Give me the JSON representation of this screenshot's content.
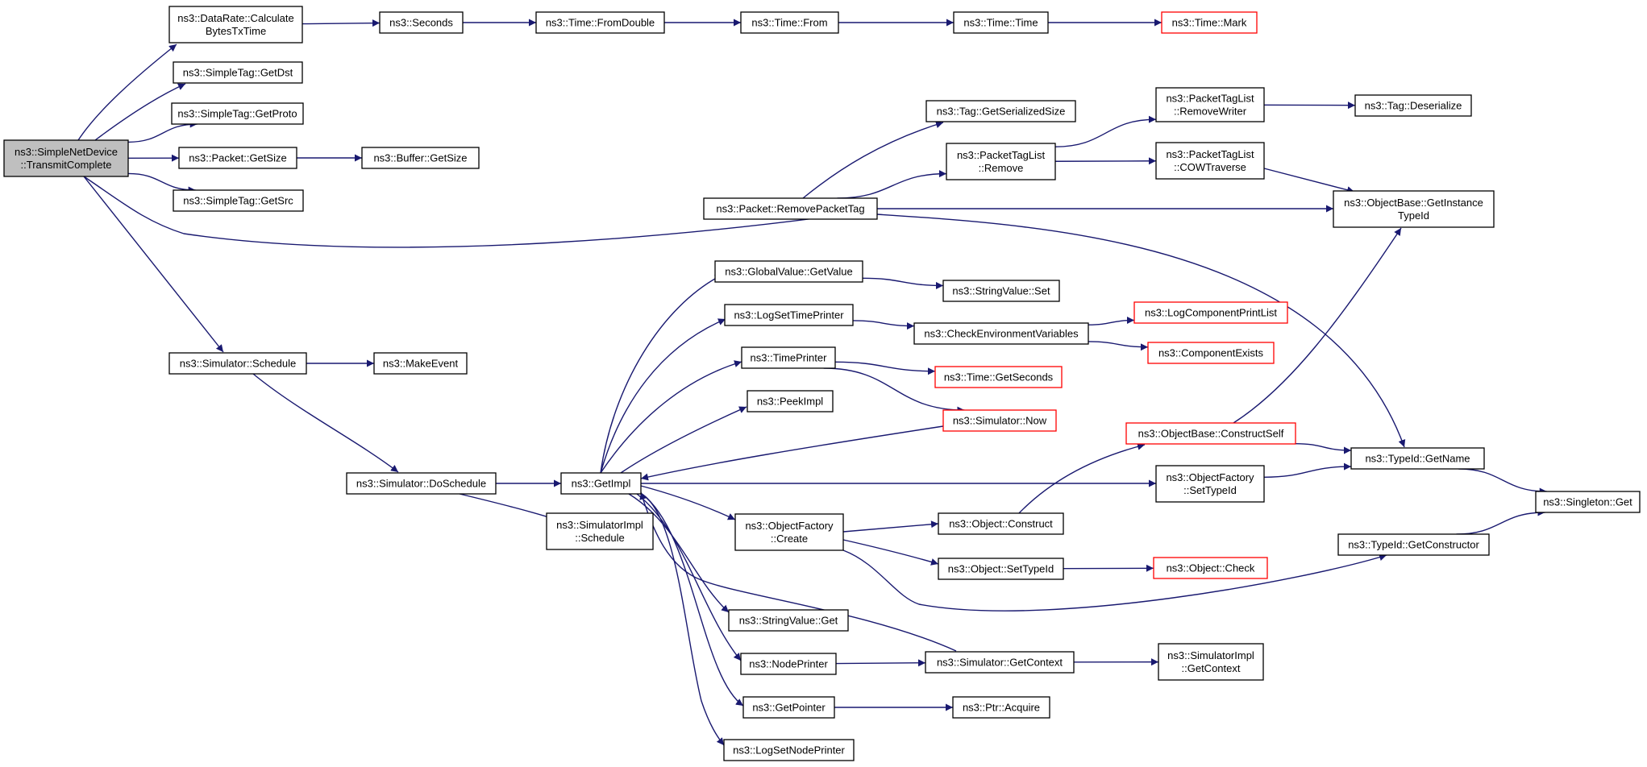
{
  "colors": {
    "edge": "#191970",
    "node_border": "#000000",
    "external_border": "#ff0000",
    "root_fill": "#bfbfbf",
    "node_fill": "#ffffff"
  },
  "nodes": [
    {
      "id": "root",
      "lines": [
        "ns3::SimpleNetDevice",
        "::TransmitComplete"
      ],
      "kind": "root"
    },
    {
      "id": "calc",
      "lines": [
        "ns3::DataRate::Calculate",
        "BytesTxTime"
      ],
      "kind": "normal"
    },
    {
      "id": "seconds",
      "lines": [
        "ns3::Seconds"
      ],
      "kind": "normal"
    },
    {
      "id": "fromdouble",
      "lines": [
        "ns3::Time::FromDouble"
      ],
      "kind": "normal"
    },
    {
      "id": "timefrom",
      "lines": [
        "ns3::Time::From"
      ],
      "kind": "normal"
    },
    {
      "id": "timetime",
      "lines": [
        "ns3::Time::Time"
      ],
      "kind": "normal"
    },
    {
      "id": "timemark",
      "lines": [
        "ns3::Time::Mark"
      ],
      "kind": "external"
    },
    {
      "id": "getdst",
      "lines": [
        "ns3::SimpleTag::GetDst"
      ],
      "kind": "normal"
    },
    {
      "id": "getproto",
      "lines": [
        "ns3::SimpleTag::GetProto"
      ],
      "kind": "normal"
    },
    {
      "id": "pktgetsize",
      "lines": [
        "ns3::Packet::GetSize"
      ],
      "kind": "normal"
    },
    {
      "id": "bufgetsize",
      "lines": [
        "ns3::Buffer::GetSize"
      ],
      "kind": "normal"
    },
    {
      "id": "getsrc",
      "lines": [
        "ns3::SimpleTag::GetSrc"
      ],
      "kind": "normal"
    },
    {
      "id": "tagserial",
      "lines": [
        "ns3::Tag::GetSerializedSize"
      ],
      "kind": "normal"
    },
    {
      "id": "ptlremovewriter",
      "lines": [
        "ns3::PacketTagList",
        "::RemoveWriter"
      ],
      "kind": "normal"
    },
    {
      "id": "tagdeser",
      "lines": [
        "ns3::Tag::Deserialize"
      ],
      "kind": "normal"
    },
    {
      "id": "ptlremove",
      "lines": [
        "ns3::PacketTagList",
        "::Remove"
      ],
      "kind": "normal"
    },
    {
      "id": "ptlcow",
      "lines": [
        "ns3::PacketTagList",
        "::COWTraverse"
      ],
      "kind": "normal"
    },
    {
      "id": "removepackettag",
      "lines": [
        "ns3::Packet::RemovePacketTag"
      ],
      "kind": "normal"
    },
    {
      "id": "getinstancetypeid",
      "lines": [
        "ns3::ObjectBase::GetInstance",
        "TypeId"
      ],
      "kind": "normal"
    },
    {
      "id": "gvgetvalue",
      "lines": [
        "ns3::GlobalValue::GetValue"
      ],
      "kind": "normal"
    },
    {
      "id": "stringset",
      "lines": [
        "ns3::StringValue::Set"
      ],
      "kind": "normal"
    },
    {
      "id": "logsettimeprinter",
      "lines": [
        "ns3::LogSetTimePrinter"
      ],
      "kind": "normal"
    },
    {
      "id": "checkenv",
      "lines": [
        "ns3::CheckEnvironmentVariables"
      ],
      "kind": "normal"
    },
    {
      "id": "logcompprintlist",
      "lines": [
        "ns3::LogComponentPrintList"
      ],
      "kind": "external"
    },
    {
      "id": "compexists",
      "lines": [
        "ns3::ComponentExists"
      ],
      "kind": "external"
    },
    {
      "id": "schedule",
      "lines": [
        "ns3::Simulator::Schedule"
      ],
      "kind": "normal"
    },
    {
      "id": "makeevent",
      "lines": [
        "ns3::MakeEvent"
      ],
      "kind": "normal"
    },
    {
      "id": "timeprinter",
      "lines": [
        "ns3::TimePrinter"
      ],
      "kind": "normal"
    },
    {
      "id": "timegetseconds",
      "lines": [
        "ns3::Time::GetSeconds"
      ],
      "kind": "external"
    },
    {
      "id": "peekimpl",
      "lines": [
        "ns3::PeekImpl"
      ],
      "kind": "normal"
    },
    {
      "id": "simnow",
      "lines": [
        "ns3::Simulator::Now"
      ],
      "kind": "external"
    },
    {
      "id": "constructself",
      "lines": [
        "ns3::ObjectBase::ConstructSelf"
      ],
      "kind": "external"
    },
    {
      "id": "typeidgetname",
      "lines": [
        "ns3::TypeId::GetName"
      ],
      "kind": "normal"
    },
    {
      "id": "doschedule",
      "lines": [
        "ns3::Simulator::DoSchedule"
      ],
      "kind": "normal"
    },
    {
      "id": "getimpl",
      "lines": [
        "ns3::GetImpl"
      ],
      "kind": "normal"
    },
    {
      "id": "ofsettypeid",
      "lines": [
        "ns3::ObjectFactory",
        "::SetTypeId"
      ],
      "kind": "normal"
    },
    {
      "id": "singletonget",
      "lines": [
        "ns3::Singleton::Get"
      ],
      "kind": "normal"
    },
    {
      "id": "simimplschedule",
      "lines": [
        "ns3::SimulatorImpl",
        "::Schedule"
      ],
      "kind": "normal"
    },
    {
      "id": "ofcreate",
      "lines": [
        "ns3::ObjectFactory",
        "::Create"
      ],
      "kind": "normal"
    },
    {
      "id": "objconstruct",
      "lines": [
        "ns3::Object::Construct"
      ],
      "kind": "normal"
    },
    {
      "id": "typeidgetctor",
      "lines": [
        "ns3::TypeId::GetConstructor"
      ],
      "kind": "normal"
    },
    {
      "id": "objsettypeid",
      "lines": [
        "ns3::Object::SetTypeId"
      ],
      "kind": "normal"
    },
    {
      "id": "objcheck",
      "lines": [
        "ns3::Object::Check"
      ],
      "kind": "external"
    },
    {
      "id": "stringget",
      "lines": [
        "ns3::StringValue::Get"
      ],
      "kind": "normal"
    },
    {
      "id": "nodeprinter",
      "lines": [
        "ns3::NodePrinter"
      ],
      "kind": "normal"
    },
    {
      "id": "simgetcontext",
      "lines": [
        "ns3::Simulator::GetContext"
      ],
      "kind": "normal"
    },
    {
      "id": "simimplgetcontext",
      "lines": [
        "ns3::SimulatorImpl",
        "::GetContext"
      ],
      "kind": "normal"
    },
    {
      "id": "getpointer",
      "lines": [
        "ns3::GetPointer"
      ],
      "kind": "normal"
    },
    {
      "id": "ptracquire",
      "lines": [
        "ns3::Ptr::Acquire"
      ],
      "kind": "normal"
    },
    {
      "id": "logsetnodeprinter",
      "lines": [
        "ns3::LogSetNodePrinter"
      ],
      "kind": "normal"
    }
  ],
  "edges": [
    [
      "root",
      "calc"
    ],
    [
      "root",
      "getdst"
    ],
    [
      "root",
      "getproto"
    ],
    [
      "root",
      "pktgetsize"
    ],
    [
      "root",
      "getsrc"
    ],
    [
      "root",
      "removepackettag"
    ],
    [
      "root",
      "schedule"
    ],
    [
      "calc",
      "seconds"
    ],
    [
      "seconds",
      "fromdouble"
    ],
    [
      "fromdouble",
      "timefrom"
    ],
    [
      "timefrom",
      "timetime"
    ],
    [
      "timetime",
      "timemark"
    ],
    [
      "pktgetsize",
      "bufgetsize"
    ],
    [
      "removepackettag",
      "tagserial"
    ],
    [
      "removepackettag",
      "ptlremove"
    ],
    [
      "removepackettag",
      "getinstancetypeid"
    ],
    [
      "removepackettag",
      "typeidgetname"
    ],
    [
      "ptlremove",
      "ptlremovewriter"
    ],
    [
      "ptlremove",
      "ptlcow"
    ],
    [
      "ptlremovewriter",
      "tagdeser"
    ],
    [
      "ptlcow",
      "getinstancetypeid"
    ],
    [
      "schedule",
      "makeevent"
    ],
    [
      "schedule",
      "doschedule"
    ],
    [
      "doschedule",
      "getimpl"
    ],
    [
      "doschedule",
      "simimplschedule"
    ],
    [
      "getimpl",
      "gvgetvalue"
    ],
    [
      "getimpl",
      "logsettimeprinter"
    ],
    [
      "getimpl",
      "timeprinter"
    ],
    [
      "getimpl",
      "peekimpl"
    ],
    [
      "getimpl",
      "ofsettypeid"
    ],
    [
      "getimpl",
      "ofcreate"
    ],
    [
      "getimpl",
      "stringget"
    ],
    [
      "getimpl",
      "nodeprinter"
    ],
    [
      "getimpl",
      "getpointer"
    ],
    [
      "getimpl",
      "logsetnodeprinter"
    ],
    [
      "gvgetvalue",
      "stringset"
    ],
    [
      "logsettimeprinter",
      "checkenv"
    ],
    [
      "checkenv",
      "logcompprintlist"
    ],
    [
      "checkenv",
      "compexists"
    ],
    [
      "timeprinter",
      "timegetseconds"
    ],
    [
      "timeprinter",
      "simnow"
    ],
    [
      "simnow",
      "getimpl"
    ],
    [
      "ofsettypeid",
      "typeidgetname"
    ],
    [
      "constructself",
      "getinstancetypeid"
    ],
    [
      "constructself",
      "typeidgetname"
    ],
    [
      "typeidgetname",
      "singletonget"
    ],
    [
      "typeidgetctor",
      "singletonget"
    ],
    [
      "ofcreate",
      "objconstruct"
    ],
    [
      "ofcreate",
      "objsettypeid"
    ],
    [
      "ofcreate",
      "typeidgetctor"
    ],
    [
      "objconstruct",
      "constructself"
    ],
    [
      "objsettypeid",
      "objcheck"
    ],
    [
      "nodeprinter",
      "simgetcontext"
    ],
    [
      "simgetcontext",
      "getimpl"
    ],
    [
      "simgetcontext",
      "simimplgetcontext"
    ],
    [
      "getpointer",
      "ptracquire"
    ]
  ]
}
